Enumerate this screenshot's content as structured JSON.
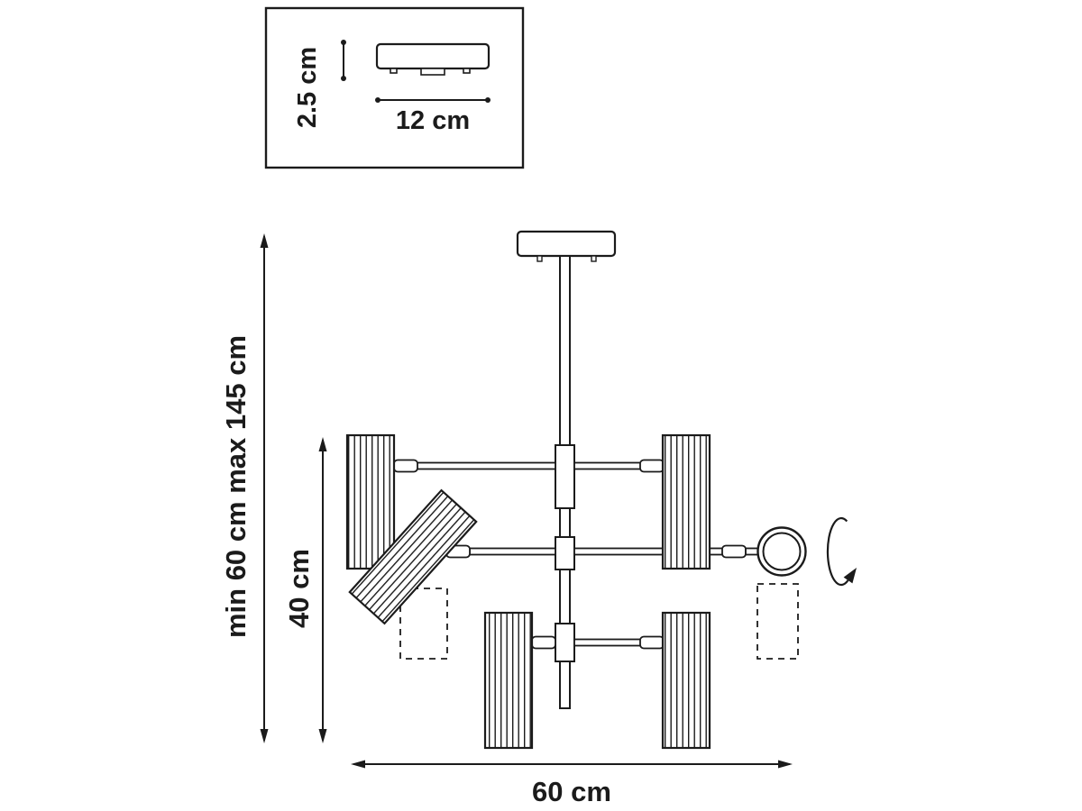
{
  "colors": {
    "line": "#1b1b1b",
    "background": "#ffffff"
  },
  "inset": {
    "canopy_height_label": "2.5 cm",
    "canopy_width_label": "12 cm"
  },
  "dimensions": {
    "suspension_height_label": "min 60 cm max 145 cm",
    "fixture_height_label": "40 cm",
    "fixture_width_label": "60 cm"
  }
}
